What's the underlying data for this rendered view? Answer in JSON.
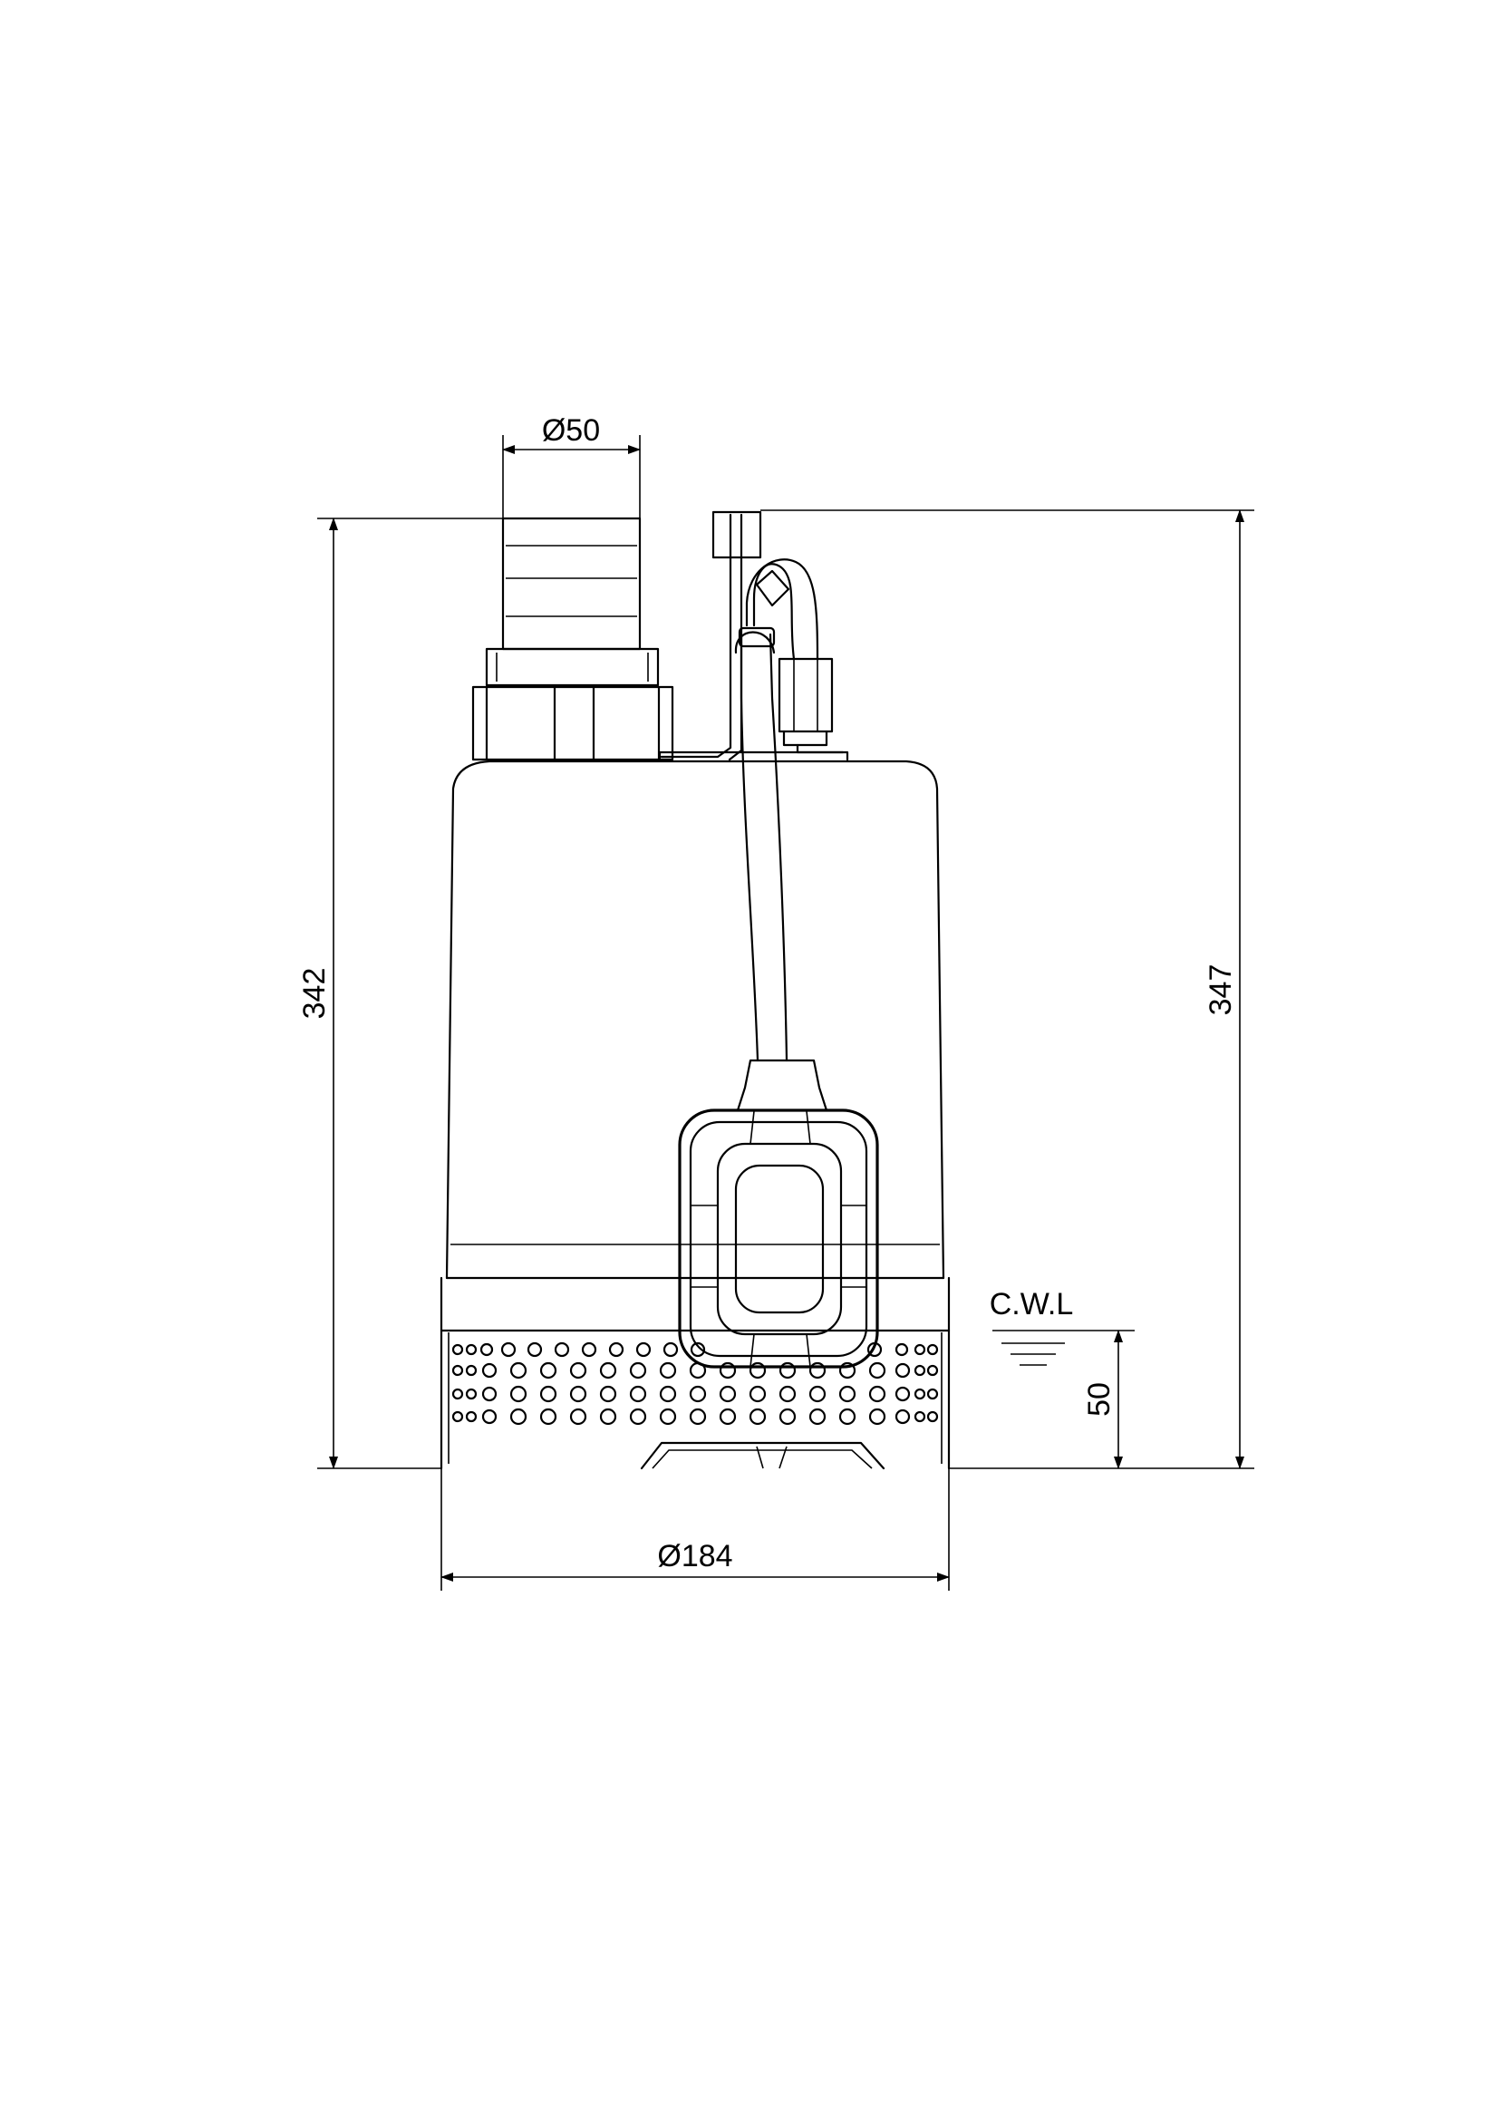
{
  "drawing": {
    "dimensions": {
      "outlet_diameter": "Ø50",
      "base_diameter": "Ø184",
      "height_left": "342",
      "height_right": "347",
      "cwl_height": "50"
    },
    "cwl_label": "C.W.L"
  }
}
